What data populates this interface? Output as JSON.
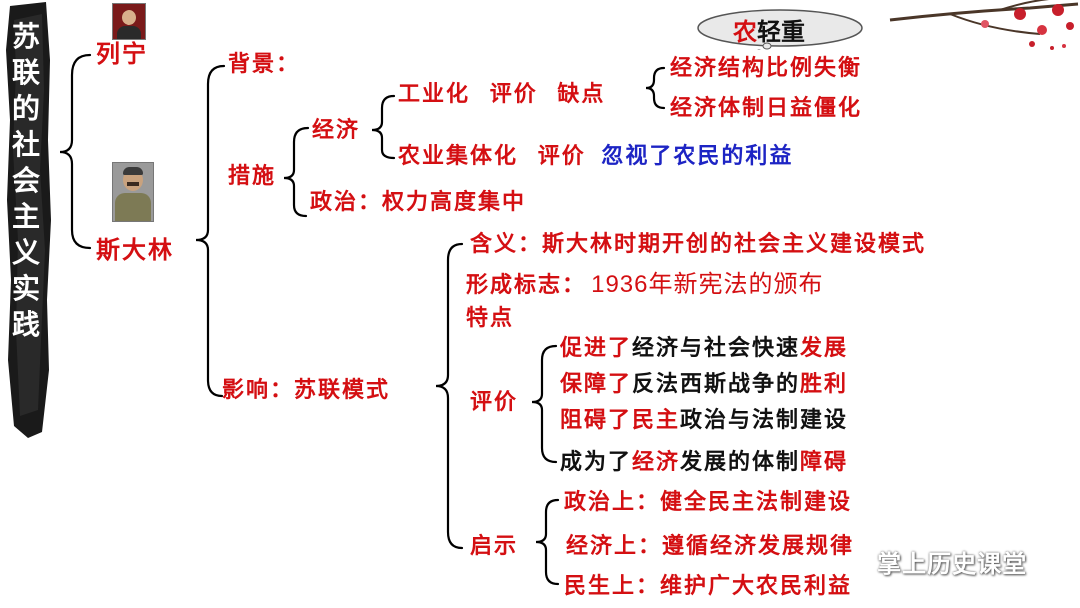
{
  "title_vertical": [
    "苏",
    "联",
    "的",
    "社",
    "会",
    "主",
    "义",
    "实",
    "践"
  ],
  "leaders": {
    "lenin": "列宁",
    "stalin": "斯大林"
  },
  "badge": {
    "c1": "农",
    "rest": "轻重"
  },
  "background": "背景：",
  "measures": {
    "label": "措施",
    "economy": "经济",
    "industrialization": {
      "label": "工业化",
      "eval": "评价",
      "flaws": "缺点"
    },
    "flaw_items": [
      "经济结构比例失衡",
      "经济体制日益僵化"
    ],
    "collectivization": {
      "label": "农业集体化",
      "eval": "评价",
      "note": "忽视了农民的利益"
    },
    "politics": "政治：权力高度集中"
  },
  "influence": {
    "label": "影响：苏联模式",
    "meaning": "含义：斯大林时期开创的社会主义建设模式",
    "sign_prefix": "形成标志：",
    "sign_text": "1936年新宪法的颁布",
    "features": "特点",
    "evaluation_label": "评价",
    "evaluation": [
      {
        "a": "促进了",
        "b": "经济与社会快速",
        "c": "发展"
      },
      {
        "a": "保障了",
        "b": "反法西斯战争的",
        "c": "胜利"
      },
      {
        "a": "阻碍了民主",
        "b": "政治与法制建设",
        "c": ""
      },
      {
        "a": "成为了",
        "b": "经济",
        "c": "发展的体制",
        "d": "障碍"
      }
    ],
    "inspiration_label": "启示",
    "inspiration": [
      "政治上：健全民主法制建设",
      "经济上：遵循经济发展规律",
      "民生上：维护广大农民利益"
    ]
  },
  "watermark": "掌上历史课堂"
}
